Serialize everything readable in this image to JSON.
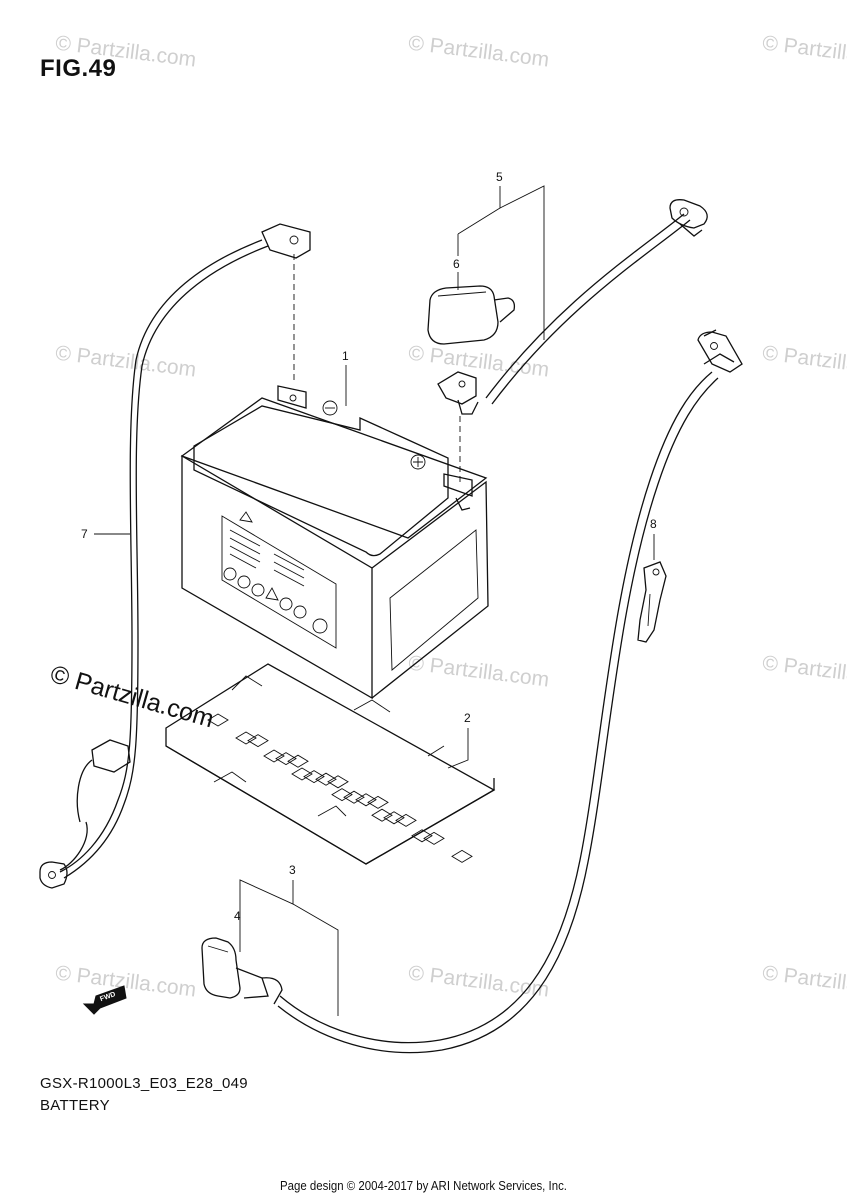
{
  "figure": {
    "label": "FIG.49",
    "code": "GSX-R1000L3_E03_E28_049",
    "caption": "BATTERY"
  },
  "watermark": {
    "text": "© Partzilla.com"
  },
  "footer": {
    "text": "Page design © 2004-2017 by ARI Network Services, Inc."
  },
  "callouts": {
    "c1": "1",
    "c2": "2",
    "c3": "3",
    "c4": "4",
    "c5": "5",
    "c6": "6",
    "c7": "7",
    "c8": "8"
  },
  "fwd_label": "FWD",
  "colors": {
    "line": "#111111",
    "watermark": "#cfcfcf",
    "background": "#ffffff"
  }
}
